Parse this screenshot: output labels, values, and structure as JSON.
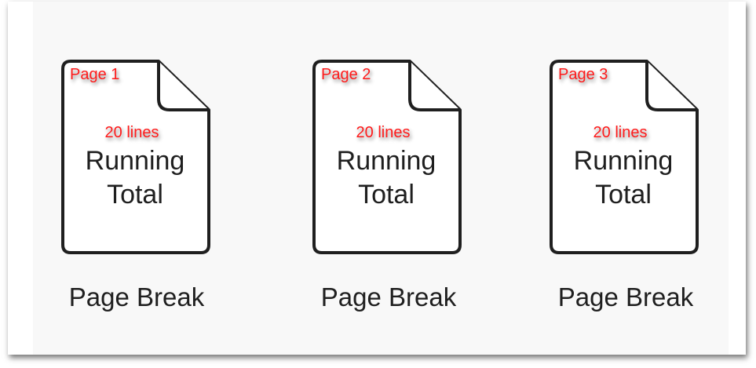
{
  "pages": [
    {
      "page_label": "Page 1",
      "lines_label": "20 lines",
      "title_line1": "Running",
      "title_line2": "Total",
      "caption": "Page Break"
    },
    {
      "page_label": "Page 2",
      "lines_label": "20 lines",
      "title_line1": "Running",
      "title_line2": "Total",
      "caption": "Page Break"
    },
    {
      "page_label": "Page 3",
      "lines_label": "20 lines",
      "title_line1": "Running",
      "title_line2": "Total",
      "caption": "Page Break"
    }
  ],
  "colors": {
    "label_red": "#ff1a1a",
    "text_dark": "#1f1f1f",
    "panel_bg": "#f8f8f8"
  },
  "icons": [
    "document-icon",
    "document-icon",
    "document-icon"
  ]
}
